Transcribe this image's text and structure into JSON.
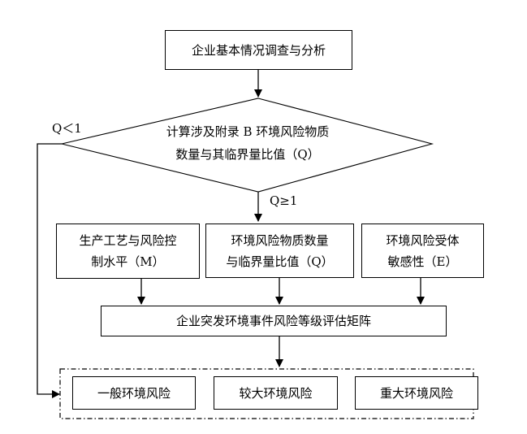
{
  "diagram": {
    "start": "企业基本情况调查与分析",
    "decision": {
      "line1": "计算涉及附录 B 环境风险物质",
      "line2": "数量与其临界量比值（Q）",
      "branch_low": "Q＜1",
      "branch_high": "Q≥1"
    },
    "factors": [
      {
        "line1": "生产工艺与风险控",
        "line2": "制水平（M）"
      },
      {
        "line1": "环境风险物质数量",
        "line2": "与临界量比值（Q）"
      },
      {
        "line1": "环境风险受体",
        "line2": "敏感性（E）"
      }
    ],
    "matrix": "企业突发环境事件风险等级评估矩阵",
    "levels": [
      "一般环境风险",
      "较大环境风险",
      "重大环境风险"
    ]
  }
}
